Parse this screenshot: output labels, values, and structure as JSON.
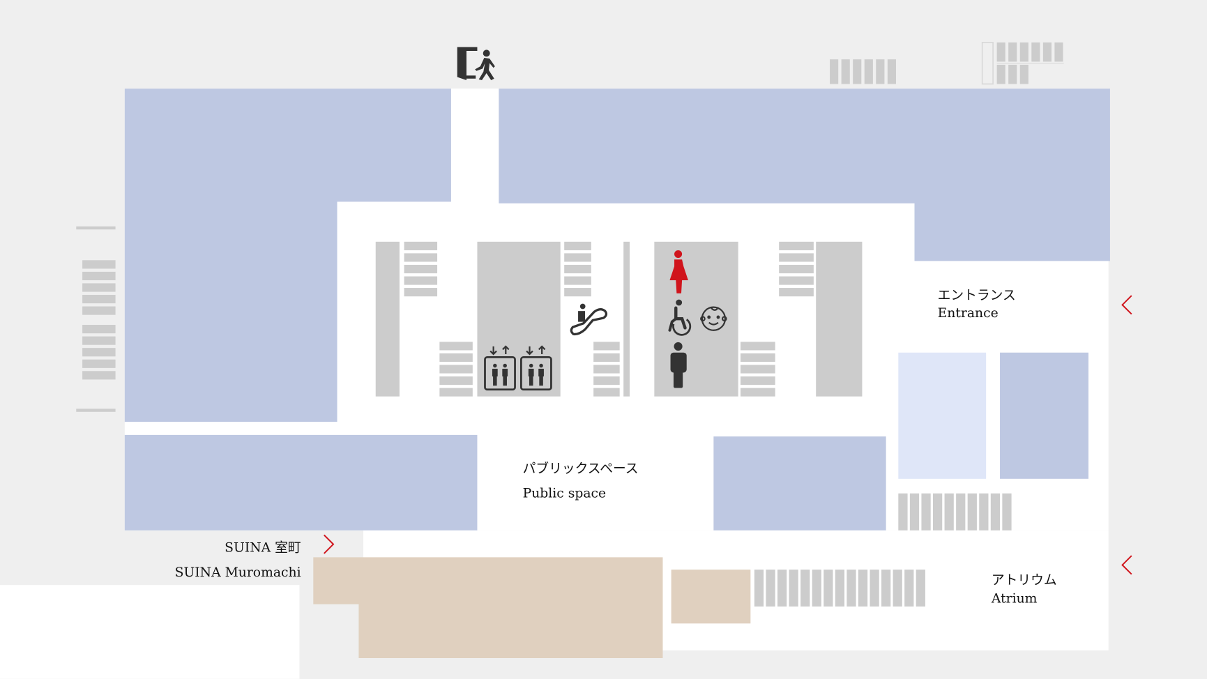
{
  "map": {
    "labels": {
      "entrance_ja": "エントランス",
      "entrance_en": "Entrance",
      "public_space_ja": "パブリックスペース",
      "public_space_en": "Public space",
      "suina_ja": "SUINA 室町",
      "suina_en": "SUINA Muromachi",
      "atrium_ja": "アトリウム",
      "atrium_en": "Atrium"
    },
    "icons": [
      "exit-icon",
      "escalator-icon",
      "elevator-icon",
      "elevator-icon",
      "womens-restroom-icon",
      "accessible-restroom-icon",
      "baby-care-icon",
      "mens-restroom-icon"
    ],
    "colors": {
      "background": "#efefef",
      "floor": "#ffffff",
      "tenant": "#bec8e2",
      "tenant_light": "#dfe6f8",
      "adjacent_building": "#e0d0bf",
      "stairs": "#cccccc",
      "icon": "#333333",
      "accent": "#d0141c"
    }
  }
}
